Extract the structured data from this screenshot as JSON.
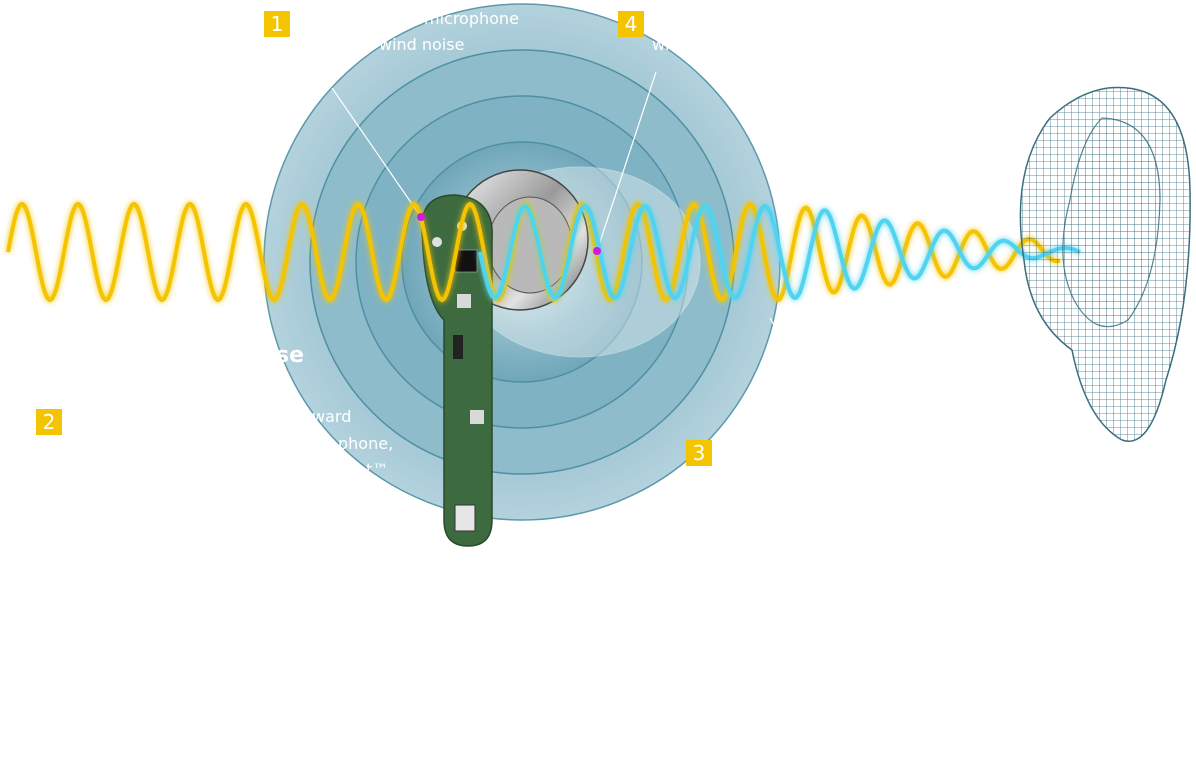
{
  "colors": {
    "background": "#ffffff",
    "ring_outer": "#a9c9d6",
    "ring_inner": "#7fb0c2",
    "ring_stroke": "#4f8fa3",
    "wave_yellow": "#f5c400",
    "wave_cyan": "#4fd3f0",
    "badge": "#f5c400",
    "pcb": "#3d6b3f",
    "marker": "#d01ae0",
    "ear_mesh": "#3a6e80"
  },
  "badges": {
    "b1": "1",
    "b2": "2",
    "b3": "3",
    "b4": "4"
  },
  "labels": {
    "callout1_line1": "microphone",
    "callout1_line2": "wind noise",
    "callout4_line1": "wh",
    "callout2_title": "se",
    "callout2_line1": "ward",
    "callout2_line2": "phone,",
    "callout2_line3": "t™"
  },
  "icons": {
    "earbud": "earbud-illustration",
    "ear": "ear-wireframe-illustration",
    "chip": "chip-icon"
  }
}
